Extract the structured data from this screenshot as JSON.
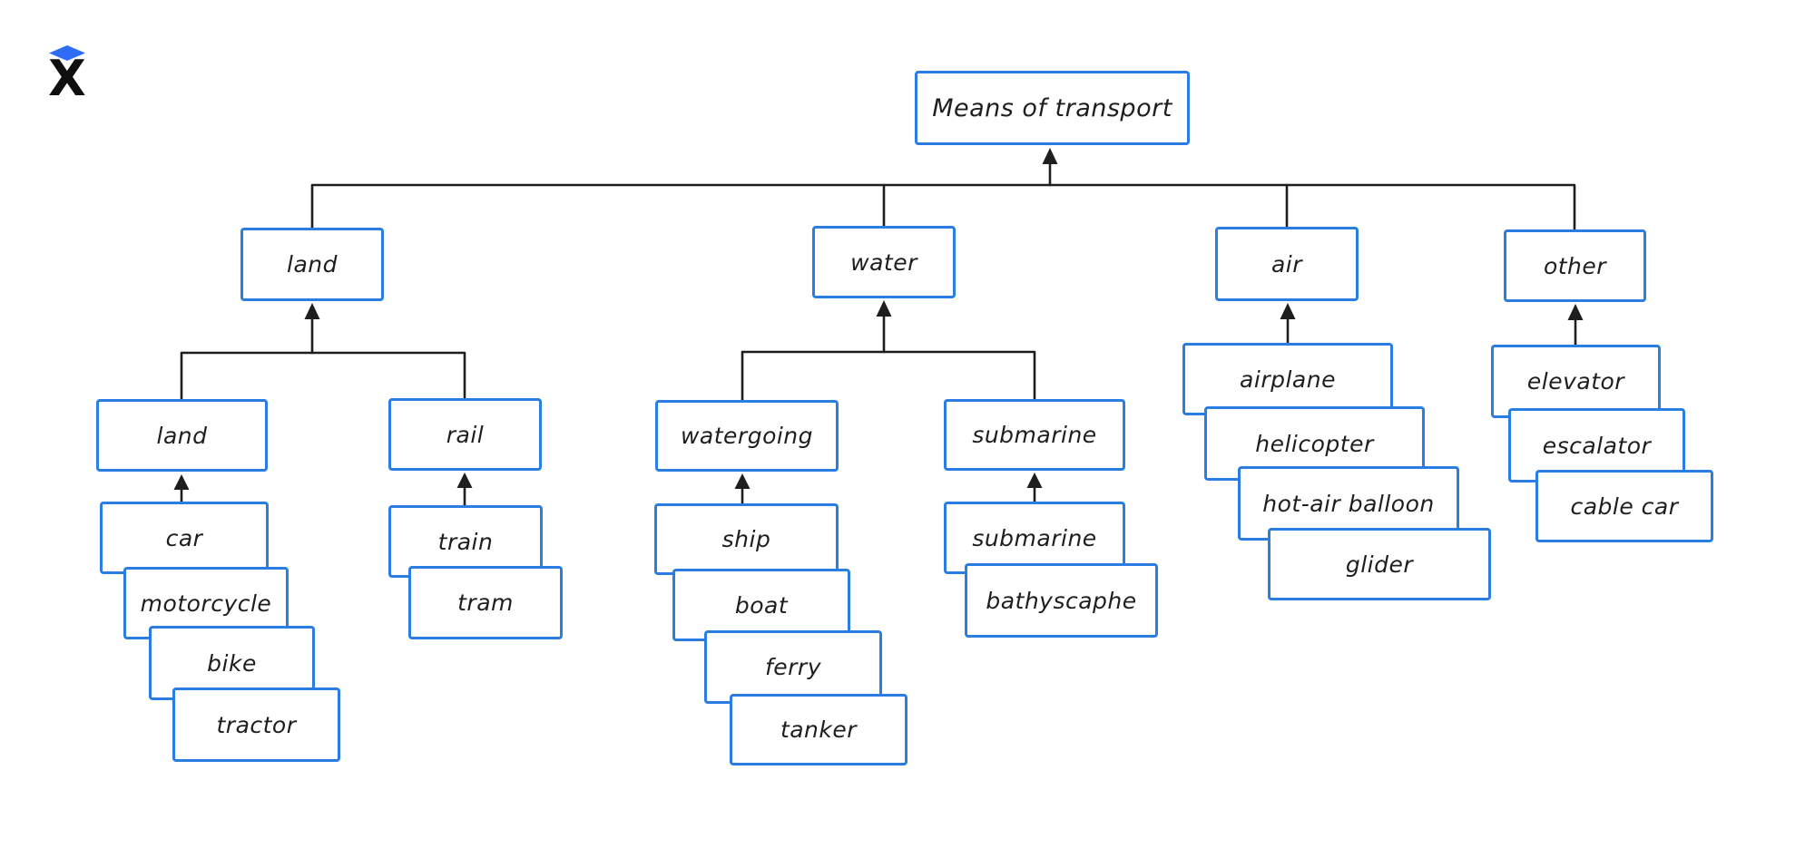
{
  "logo": {
    "letter": "X"
  },
  "colors": {
    "background": "#ffffff",
    "box_stroke": "#2a7de2",
    "connector": "#1e1e1e",
    "text": "#1e1e1e",
    "logo_diamond": "#2e6cf6",
    "logo_x": "#0f0f0f"
  },
  "diagram": {
    "root": "Means of transport",
    "branches": [
      {
        "label": "land",
        "groups": [
          {
            "label": "land",
            "items": [
              "car",
              "motorcycle",
              "bike",
              "tractor"
            ]
          },
          {
            "label": "rail",
            "items": [
              "train",
              "tram"
            ]
          }
        ]
      },
      {
        "label": "water",
        "groups": [
          {
            "label": "watergoing",
            "items": [
              "ship",
              "boat",
              "ferry",
              "tanker"
            ]
          },
          {
            "label": "submarine",
            "items": [
              "submarine",
              "bathyscaphe"
            ]
          }
        ]
      },
      {
        "label": "air",
        "items": [
          "airplane",
          "helicopter",
          "hot-air balloon",
          "glider"
        ]
      },
      {
        "label": "other",
        "items": [
          "elevator",
          "escalator",
          "cable car"
        ]
      }
    ]
  }
}
